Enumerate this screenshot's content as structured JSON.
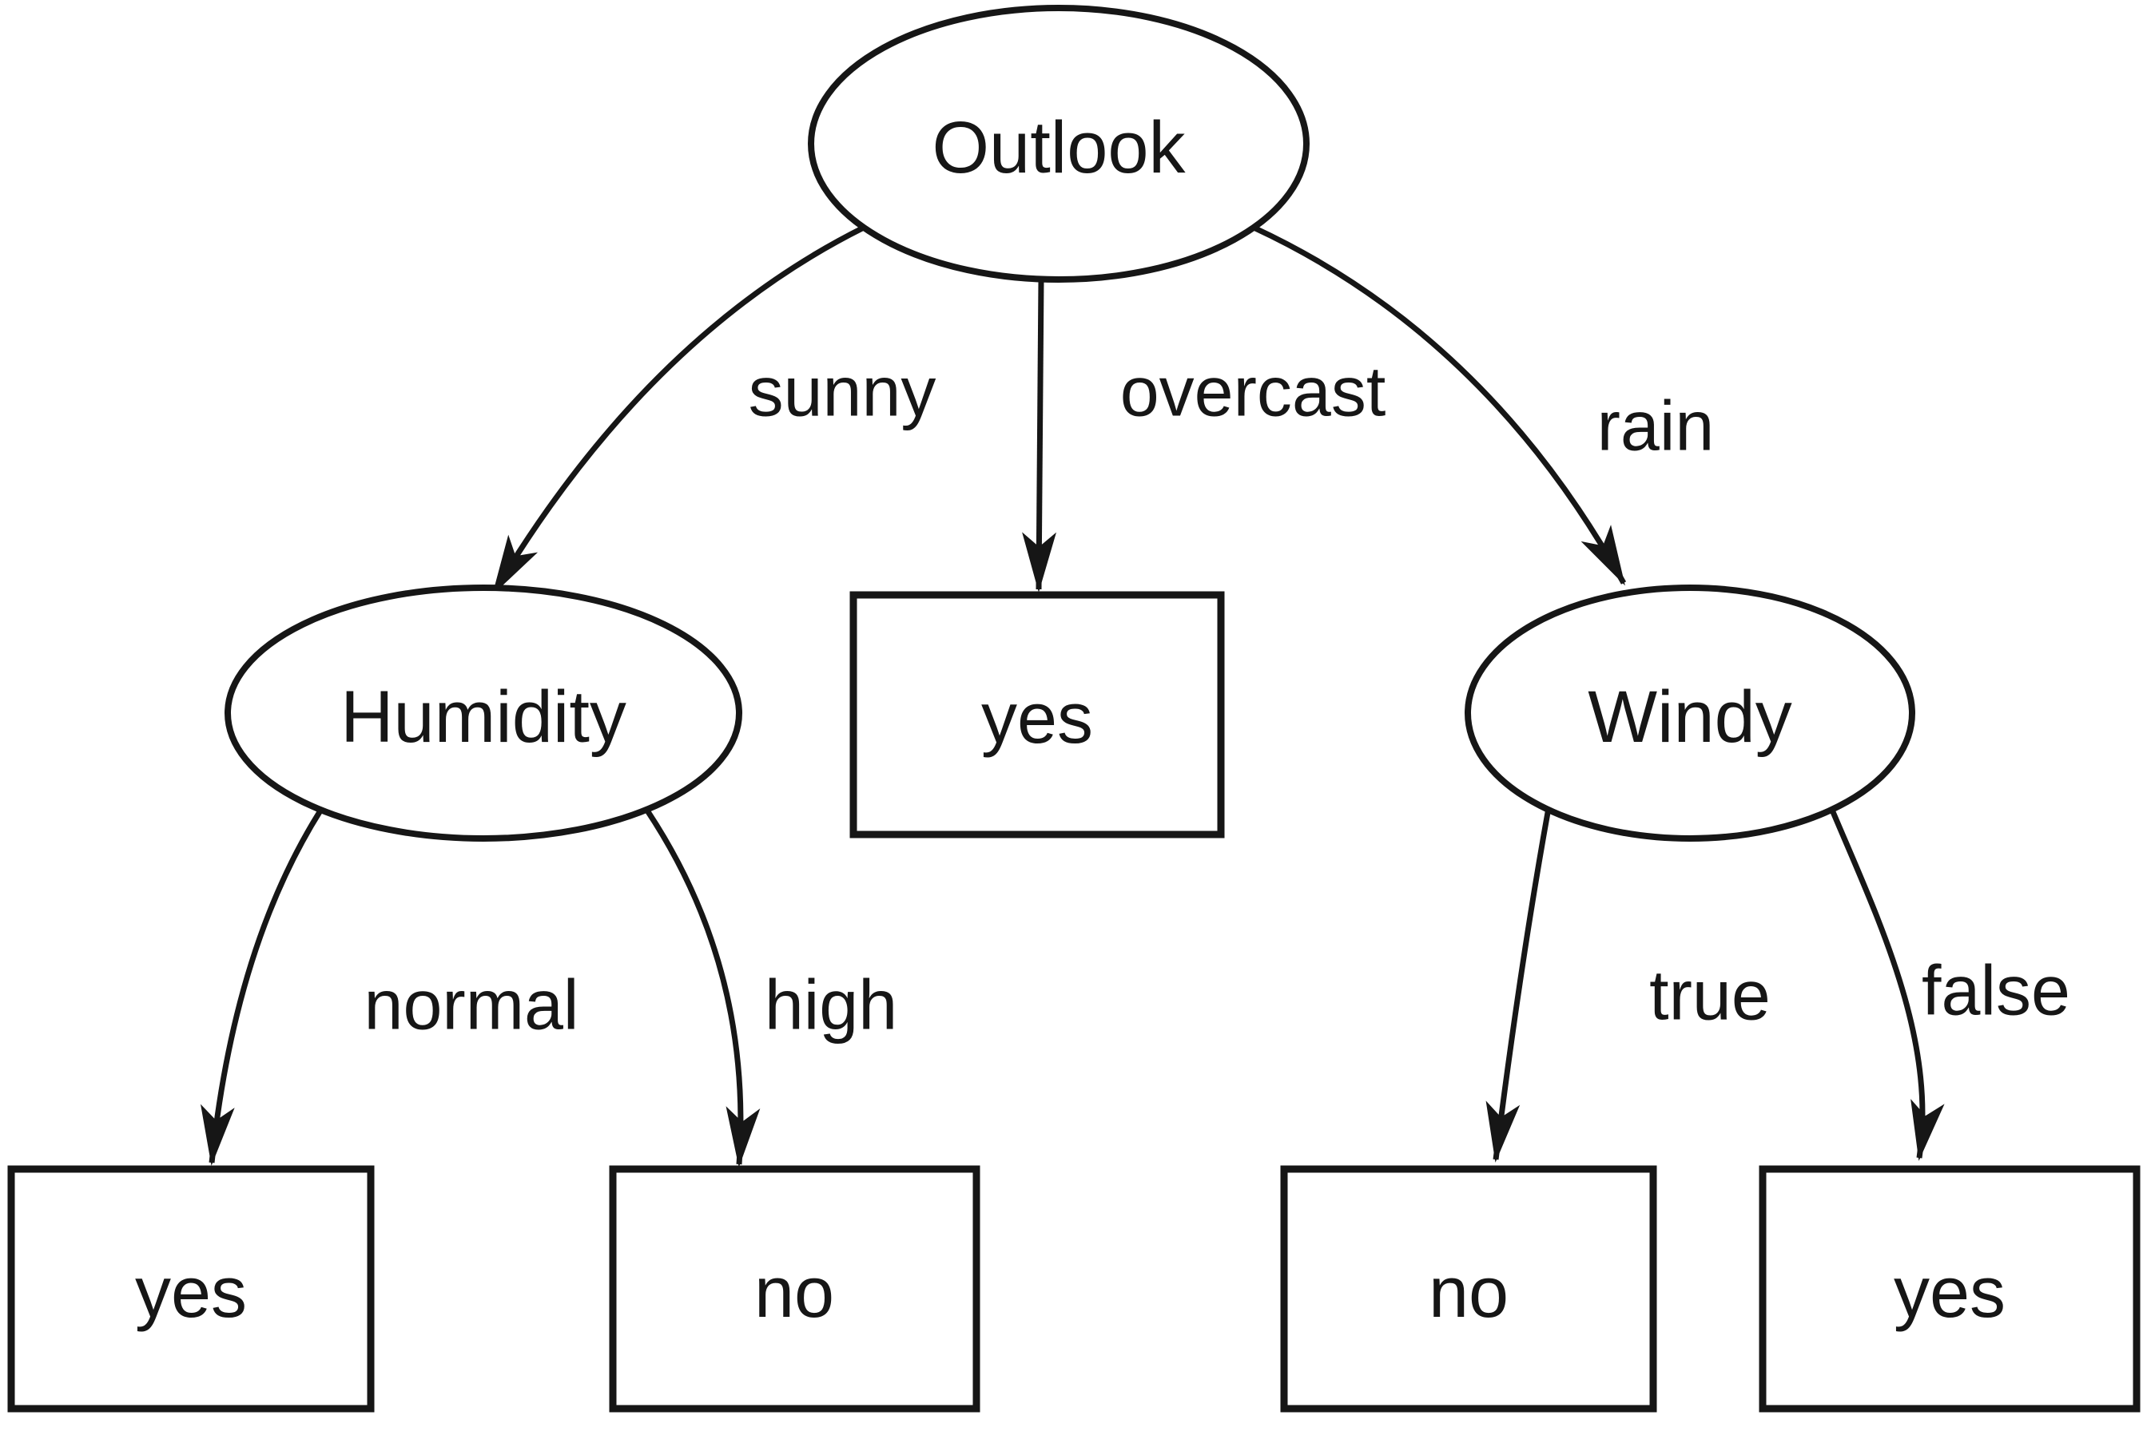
{
  "diagram": {
    "type": "decision-tree",
    "ink": "#161616",
    "background": "#ffffff",
    "root": "Outlook",
    "nodes": {
      "outlook": {
        "label": "Outlook",
        "kind": "attribute",
        "shape": "ellipse"
      },
      "humidity": {
        "label": "Humidity",
        "kind": "attribute",
        "shape": "ellipse"
      },
      "windy": {
        "label": "Windy",
        "kind": "attribute",
        "shape": "ellipse"
      },
      "leaf_overcast": {
        "label": "yes",
        "kind": "leaf",
        "shape": "rectangle"
      },
      "leaf_normal": {
        "label": "yes",
        "kind": "leaf",
        "shape": "rectangle"
      },
      "leaf_high": {
        "label": "no",
        "kind": "leaf",
        "shape": "rectangle"
      },
      "leaf_true": {
        "label": "no",
        "kind": "leaf",
        "shape": "rectangle"
      },
      "leaf_false": {
        "label": "yes",
        "kind": "leaf",
        "shape": "rectangle"
      }
    },
    "edges": {
      "sunny": {
        "label": "sunny",
        "from": "Outlook",
        "to": "Humidity"
      },
      "overcast": {
        "label": "overcast",
        "from": "Outlook",
        "to": "yes"
      },
      "rain": {
        "label": "rain",
        "from": "Outlook",
        "to": "Windy"
      },
      "normal": {
        "label": "normal",
        "from": "Humidity",
        "to": "yes"
      },
      "high": {
        "label": "high",
        "from": "Humidity",
        "to": "no"
      },
      "true": {
        "label": "true",
        "from": "Windy",
        "to": "no"
      },
      "false": {
        "label": "false",
        "from": "Windy",
        "to": "yes"
      }
    }
  }
}
